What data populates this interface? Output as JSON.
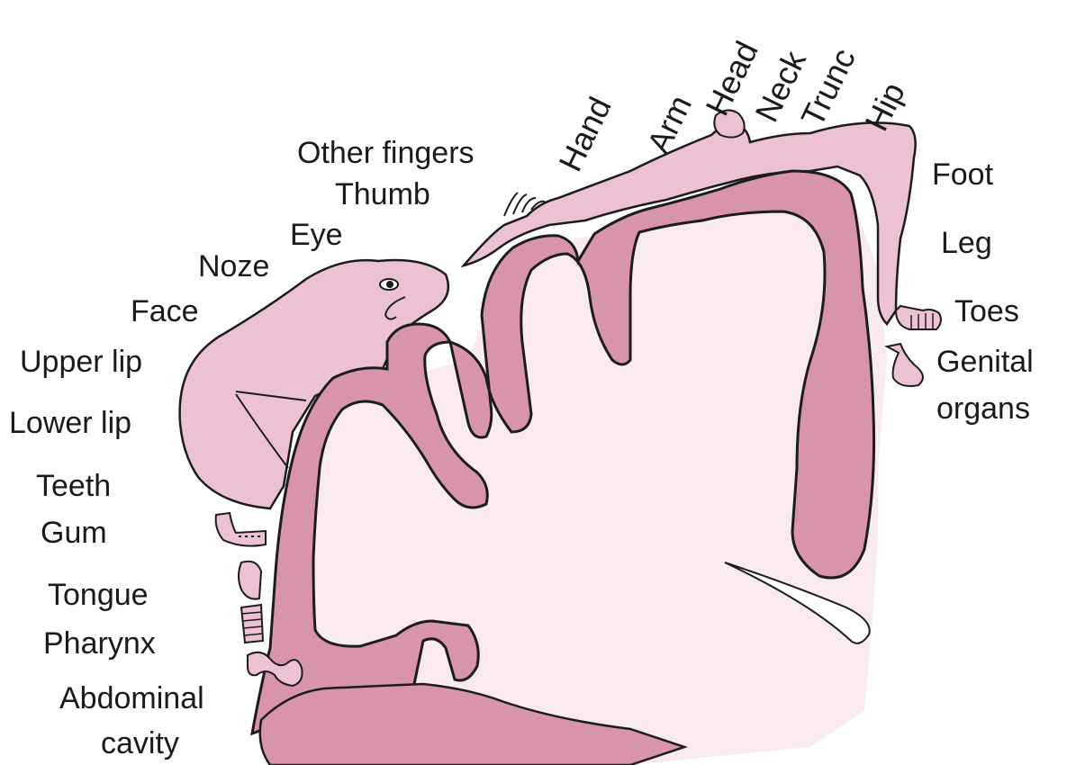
{
  "colors": {
    "cortex_fill": "#d894ad",
    "homunculus_fill": "#ecc1d3",
    "white_matter_fill": "#f9eaf1",
    "outline": "#1c1c1c",
    "text": "#1a1a1a"
  },
  "top_labels": {
    "hand": "Hand",
    "arm": "Arm",
    "head": "Head",
    "neck": "Neck",
    "trunc": "Trunc",
    "hip": "Hip"
  },
  "left_labels": {
    "other_fingers": "Other fingers",
    "thumb": "Thumb",
    "eye": "Eye",
    "noze": "Noze",
    "face": "Face",
    "upper_lip": "Upper lip",
    "lower_lip": "Lower lip",
    "teeth": "Teeth",
    "gum": "Gum",
    "tongue": "Tongue",
    "pharynx": "Pharynx",
    "abdominal": "Abdominal",
    "cavity": "cavity"
  },
  "right_labels": {
    "foot": "Foot",
    "leg": "Leg",
    "toes": "Toes",
    "genital": "Genital",
    "organs": "organs"
  }
}
